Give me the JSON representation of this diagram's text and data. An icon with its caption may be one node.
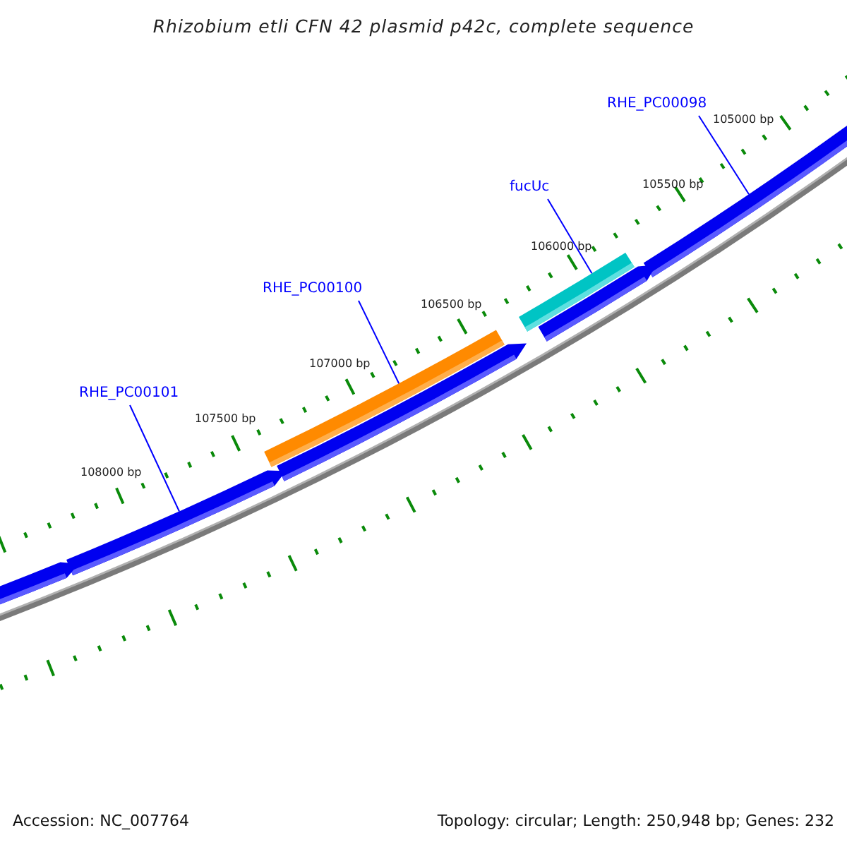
{
  "diagram": {
    "title": "Rhizobium etli CFN 42 plasmid p42c, complete sequence",
    "nodes": [
      {
        "text": [
          "RHE_PC00098"
        ]
      },
      {
        "text": [
          "fucUc"
        ]
      },
      {
        "text": [
          "RHE_PC00100"
        ]
      },
      {
        "text": [
          "RHE_PC00101"
        ]
      },
      {
        "text": [],
        "shape": "bar"
      },
      {
        "text": [],
        "shape": "bar"
      },
      {
        "text": [],
        "shape": "bar"
      },
      {
        "text": [],
        "shape": "bar"
      },
      {
        "text": [],
        "shape": "bar"
      },
      {
        "text": [],
        "shape": "bar"
      },
      {
        "text": [],
        "shape": "bar"
      }
    ],
    "edges": [
      {
        "from": 0,
        "to": 6,
        "arrow": "none"
      },
      {
        "from": 1,
        "to": 4,
        "arrow": "none"
      },
      {
        "from": 2,
        "to": 5,
        "arrow": "none"
      },
      {
        "from": 3,
        "to": 9,
        "arrow": "none"
      }
    ],
    "labels": [
      "105000 bp",
      "105500 bp",
      "106000 bp",
      "106500 bp",
      "107000 bp",
      "107500 bp",
      "108000 bp",
      "Accession: NC_007764",
      "Topology: circular; Length: 250,948 bp; Genes: 232"
    ]
  }
}
